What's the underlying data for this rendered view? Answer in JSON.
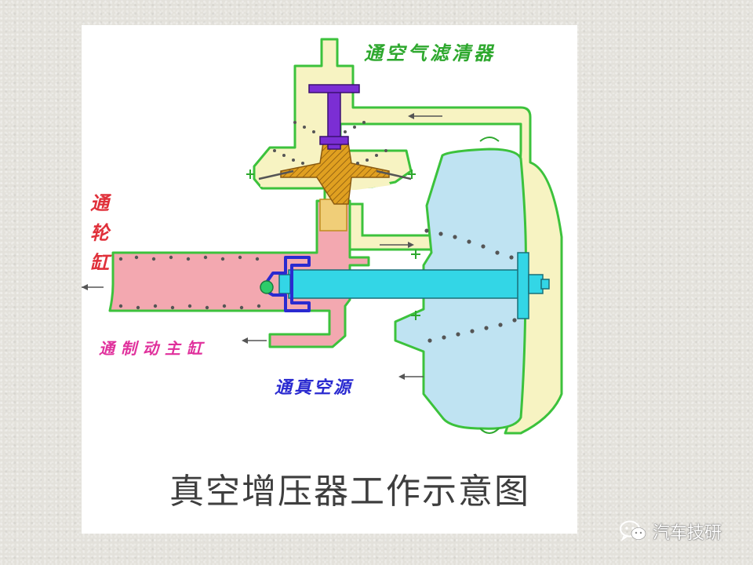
{
  "diagram": {
    "title": "真空增压器工作示意图",
    "labels": {
      "air_filter": "通空气滤清器",
      "wheel_cylinder": "通轮缸",
      "master_cylinder": "通制动主缸",
      "vacuum_source": "通真空源"
    }
  },
  "watermark": {
    "text": "汽车技研",
    "icon": "wechat-icon"
  },
  "colors": {
    "air_passage": "#f7f3c2",
    "air_outline": "#3cc23c",
    "vacuum_chamber": "#bfe3f2",
    "hydraulic": "#f3a8b0",
    "push_rod": "#33d6e6",
    "valve_stem": "#7b2ed4",
    "valve_seat": "#e0a020",
    "red_label": "#e0303a",
    "magenta_label": "#e0309c",
    "blue_label": "#2a2ad0",
    "green_label": "#2ea82e"
  }
}
